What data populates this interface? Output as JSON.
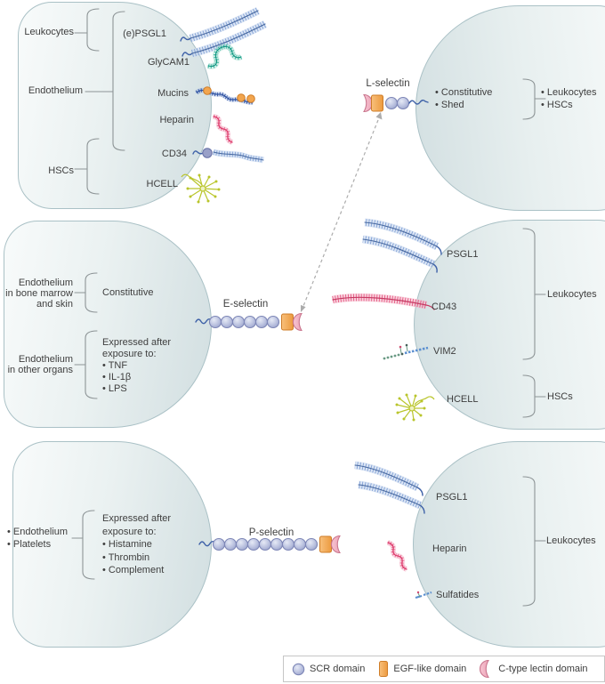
{
  "legend": {
    "items": [
      {
        "key": "scr",
        "label": "SCR domain"
      },
      {
        "key": "egf",
        "label": "EGF-like domain"
      },
      {
        "key": "lectin",
        "label": "C-type lectin domain"
      }
    ]
  },
  "selectins": {
    "l": {
      "name": "L-selectin",
      "scr_count": 2,
      "anchor": "right"
    },
    "e": {
      "name": "E-selectin",
      "scr_count": 6,
      "anchor": "left"
    },
    "p": {
      "name": "P-selectin",
      "scr_count": 9,
      "anchor": "left"
    }
  },
  "panel_l_ligands": {
    "sources": [
      "Leukocytes",
      "Endothelium",
      "HSCs"
    ],
    "ligands": [
      "(e)PSGL1",
      "GlyCAM1",
      "Mucins",
      "Heparin",
      "CD34",
      "HCELL"
    ]
  },
  "panel_l_selectin": {
    "expression": "• Constitutive\n• Shed",
    "expressed_on": "• Leukocytes\n• HSCs"
  },
  "panel_e_selectin": {
    "row1_label": "Endothelium\nin bone marrow\nand skin",
    "row1_value": "Constitutive",
    "row2_label": "Endothelium\nin other organs",
    "row2_value": "Expressed after\nexposure to:\n• TNF\n• IL-1β\n• LPS"
  },
  "panel_e_ligands": {
    "ligands": [
      "PSGL1",
      "CD43",
      "VIM2",
      "HCELL"
    ],
    "groups": [
      "Leukocytes",
      "HSCs"
    ]
  },
  "panel_p_selectin": {
    "source": "• Endothelium\n• Platelets",
    "value": "Expressed after\nexposure to:\n• Histamine\n• Thrombin\n• Complement"
  },
  "panel_p_ligands": {
    "ligands": [
      "PSGL1",
      "Heparin",
      "Sulfatides"
    ],
    "group": "Leukocytes"
  },
  "colors": {
    "scr_fill": "#bcc3e0",
    "scr_border": "#7d86b6",
    "egf_fill": "#f2a54e",
    "egf_border": "#cf7d28",
    "lectin_fill": "#f3bac8",
    "lectin_border": "#c9758d",
    "cell_border": "#aac1c6",
    "text": "#3e3e3e",
    "psgl1_blue": "#46679f",
    "glycam_teal": "#0f9480",
    "heparin_pink": "#dd3a6b",
    "hcell_yellow": "#b9c52b",
    "mucin_blue": "#2b4fa0",
    "arrow_gray": "#acacac"
  }
}
